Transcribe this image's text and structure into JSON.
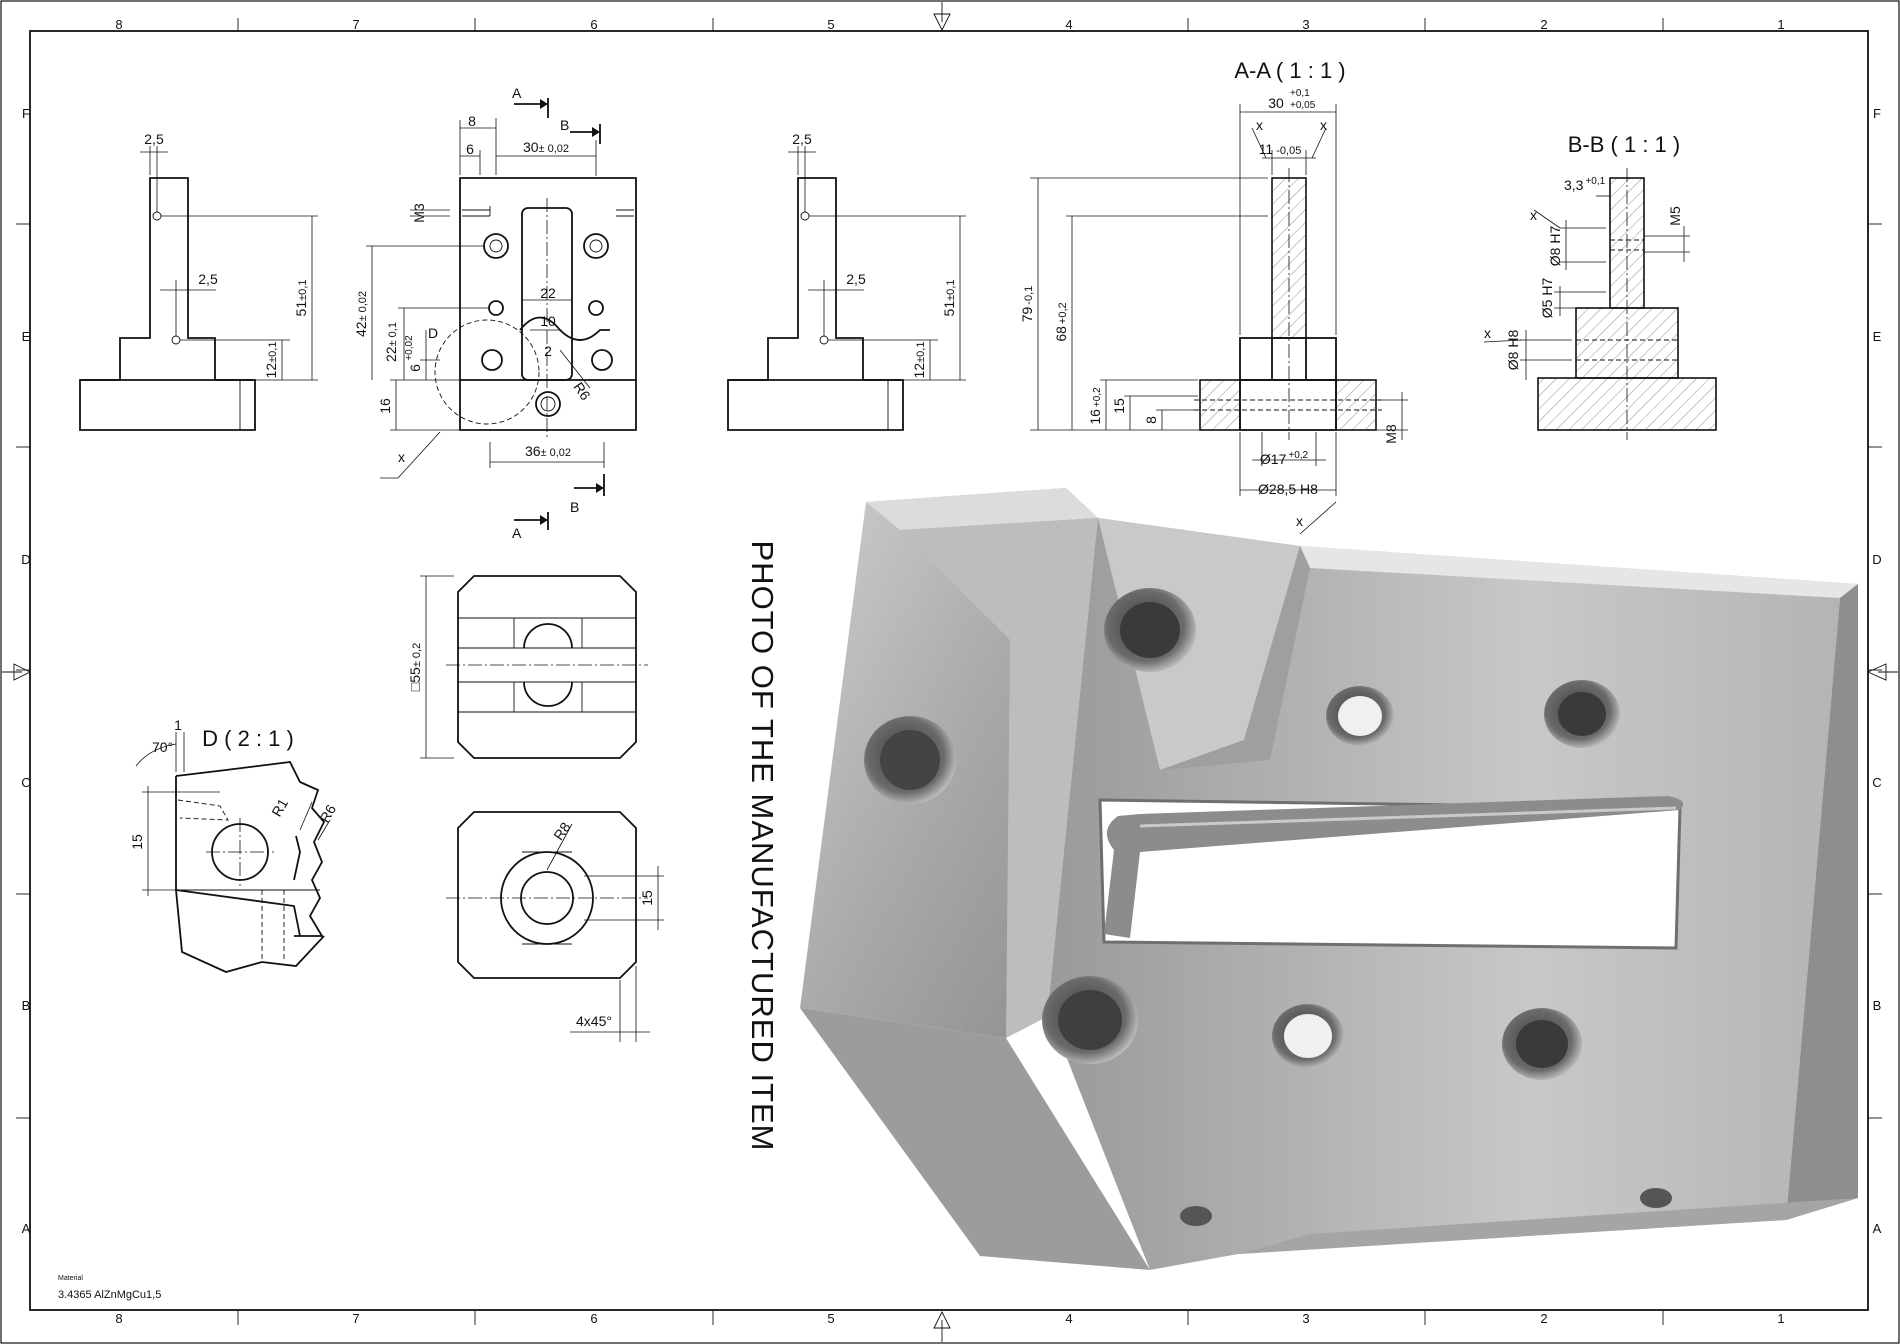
{
  "frame": {
    "zone_columns": [
      "8",
      "7",
      "6",
      "5",
      "4",
      "3",
      "2",
      "1"
    ],
    "zone_rows": [
      "F",
      "E",
      "D",
      "C",
      "B",
      "A"
    ]
  },
  "title_block": {
    "material_label": "Material",
    "material_value": "3.4365 AlZnMgCu1,5"
  },
  "photo_label": "PHOTO OF THE MANUFACTURED ITEM",
  "views": {
    "left_side": {
      "d1": "2,5",
      "d2": "2,5",
      "d3": "12",
      "d3_tol": "±0,1",
      "d4": "51",
      "d4_tol": "±0,1"
    },
    "front": {
      "d8": "8",
      "d6": "6",
      "d30": "30",
      "d30_tol": "± 0,02",
      "m3": "M3",
      "d42": "42",
      "d42_tol": "± 0,02",
      "d22": "22",
      "d22_tol": "± 0,1",
      "d22_tol2": "+0,02",
      "d6b": "6",
      "d16": "16",
      "d22b": "22",
      "d10": "10",
      "d2": "2",
      "r6": "R6",
      "d36": "36",
      "d36_tol": "± 0,02",
      "view_d": "D",
      "x": "x",
      "sec_a": "A",
      "sec_b": "B"
    },
    "right_side": {
      "d1": "2,5",
      "d2": "2,5",
      "d3": "12",
      "d3_tol": "±0,1",
      "d4": "51",
      "d4_tol": "±0,1"
    },
    "section_aa": {
      "title": "A-A ( 1 : 1 )",
      "d30": "30",
      "d30_up": "+0,1",
      "d30_lo": "+0,05",
      "d11": "11",
      "d11_tol": "-0,05",
      "d79": "79",
      "d79_tol": "-0,1",
      "d68": "68",
      "d68_tol": "+0,2",
      "d16": "16",
      "d16_tol": "+0,2",
      "d15": "15",
      "d8": "8",
      "m8": "M8",
      "d17": "Ø17",
      "d17_tol": "+0,2",
      "d285": "Ø28,5 H8",
      "x": "x"
    },
    "section_bb": {
      "title": "B-B ( 1 : 1 )",
      "d33": "3,3",
      "d33_tol": "+0,1",
      "m5": "M5",
      "d8h7": "Ø8 H7",
      "d5h7": "Ø5 H7",
      "d8h8": "Ø8 H8",
      "x": "x"
    },
    "top": {
      "d55": "□55",
      "d55_tol": "± 0,2"
    },
    "bottom": {
      "r8": "R8",
      "d15": "15",
      "chamfer": "4x45°"
    },
    "detail_d": {
      "title": "D ( 2 : 1 )",
      "a70": "70°",
      "d1": "1",
      "r1": "R1",
      "r6": "R6",
      "d15": "15"
    }
  }
}
